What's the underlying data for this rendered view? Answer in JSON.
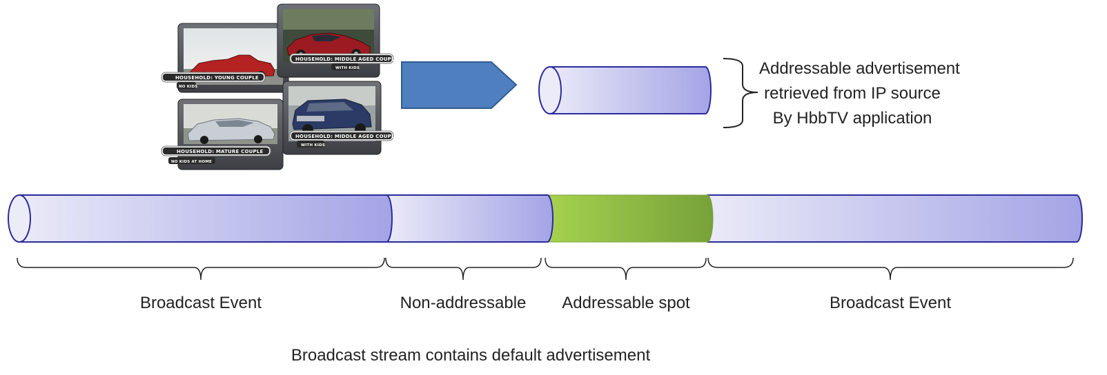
{
  "tv_panels": [
    {
      "caption": "HOUSEHOLD:  YOUNG COUPLE",
      "subcaption": "NO KIDS",
      "car_color": "#b42222"
    },
    {
      "caption": "HOUSEHOLD:  MIDDLE AGED COUPLE",
      "subcaption": "WITH KIDS",
      "car_color": "#9c1b22"
    },
    {
      "caption": "HOUSEHOLD:  MATURE COUPLE",
      "subcaption": "NO KIDS AT HOME",
      "car_color": "#c9ced4"
    },
    {
      "caption": "HOUSEHOLD:  MIDDLE AGED COUPLE",
      "subcaption": "WITH KIDS",
      "car_color": "#2b3b66"
    }
  ],
  "ip_ad_label": [
    "Addressable advertisement",
    "retrieved from IP source",
    "By HbbTV application"
  ],
  "segments": [
    {
      "label": "Broadcast Event",
      "kind": "broadcast"
    },
    {
      "label": "Non-addressable",
      "kind": "broadcast"
    },
    {
      "label": "Addressable spot",
      "kind": "addressable"
    },
    {
      "label": "Broadcast Event",
      "kind": "broadcast"
    }
  ],
  "footer": "Broadcast stream contains default advertisement",
  "colors": {
    "cylinder_light": "#eaeaf8",
    "cylinder_dark": "#a4a4e6",
    "cylinder_outline": "#2a2a9c",
    "addressable_light": "#a6d24e",
    "addressable_dark": "#77a23a",
    "arrow_fill": "#4f7fbe",
    "arrow_outline": "#2e5b8f",
    "bracket": "#222222"
  }
}
